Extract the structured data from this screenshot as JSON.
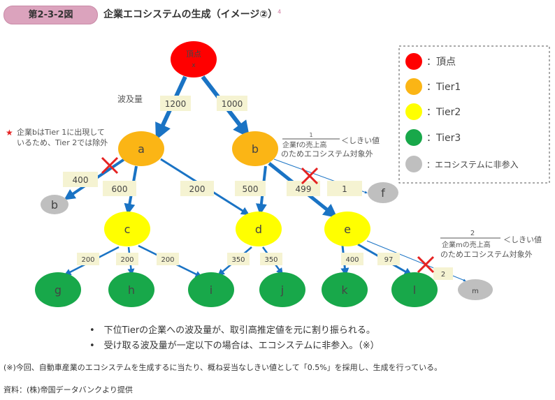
{
  "header": {
    "figure_no": "第2-3-2図",
    "title": "企業エコシステムの生成（イメージ②）",
    "footnote_ref": "4"
  },
  "diagram": {
    "flow_label": "波及量",
    "nodes": {
      "apex": "頂点",
      "apex_sub": "x",
      "a": "a",
      "b": "b",
      "b_excluded": "b",
      "f": "f",
      "c": "c",
      "d": "d",
      "e": "e",
      "g": "g",
      "h": "h",
      "i": "i",
      "j": "j",
      "k": "k",
      "l": "l",
      "m": "m"
    },
    "edges": {
      "x_a": "1200",
      "x_b": "1000",
      "a_b": "400",
      "a_c": "600",
      "a_d": "200",
      "b_d": "500",
      "b_e": "499",
      "b_f": "1",
      "c_g": "200",
      "c_h": "200",
      "c_i": "200",
      "d_i": "350",
      "d_j": "350",
      "e_k": "400",
      "e_l": "97",
      "l_m": "2"
    },
    "note_b_line1": "企業bはTier 1に出現して",
    "note_b_line2": "いるため、Tier 2では除外",
    "note_f_num": "1",
    "note_f_den": "企業fの売上高",
    "note_f_lt": "＜しきい値",
    "note_f_line2": "のためエコシステム対象外",
    "note_m_num": "2",
    "note_m_den": "企業mの売上高",
    "note_m_lt": "＜しきい値",
    "note_m_line2": "のためエコシステム対象外"
  },
  "legend": [
    {
      "label": "：頂点",
      "color": "#ff0000"
    },
    {
      "label": "：Tier1",
      "color": "#fbb515"
    },
    {
      "label": "：Tier2",
      "color": "#ffff00"
    },
    {
      "label": "：Tier3",
      "color": "#18a84a"
    },
    {
      "label": "：エコシステムに非参入",
      "color": "#bfbfbf"
    }
  ],
  "bullets": [
    "下位Tierの企業への波及量が、取引高推定値を元に割り振られる。",
    "受け取る波及量が一定以下の場合は、エコシステムに非参入。（※）"
  ],
  "note": "(※)今回、自動車産業のエコシステムを生成するに当たり、概ね妥当なしきい値として「0.5%」を採用し、生成を行っている。",
  "source": "資料：(株)帝国データバンクより提供"
}
